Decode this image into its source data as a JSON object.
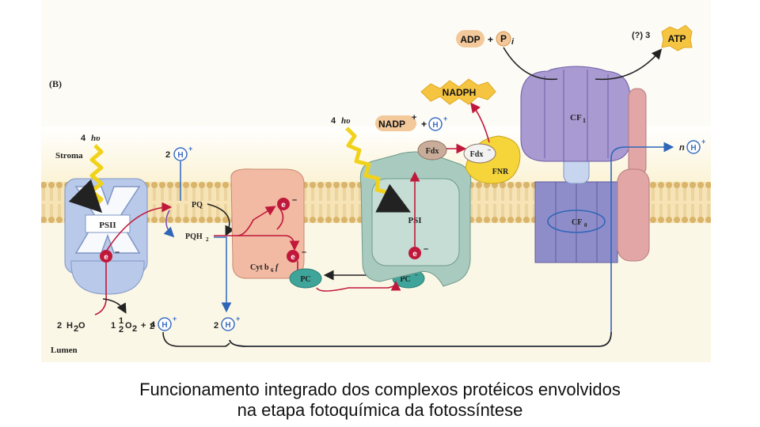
{
  "panel_label": "(B)",
  "regions": {
    "stroma": "Stroma",
    "lumen": "Lumen"
  },
  "photons": {
    "psii_count": "4",
    "psi_count": "4",
    "symbol": "hυ"
  },
  "complexes": {
    "psii": "PSII",
    "pq": "PQ",
    "pqh2": "PQH",
    "pqh2_sub": "2",
    "cytb6f": "Cyt b",
    "cytb6f_sub": "6",
    "cytb6f_tail": "f",
    "psi": "PSI",
    "pc": "PC",
    "pc_reduced": "PC",
    "pc_reduced_sup": "–",
    "fdx": "Fdx",
    "fdx_reduced": "Fdx",
    "fdx_reduced_sup": "–",
    "fnr": "FNR",
    "cf1": "CF",
    "cf1_sub": "1",
    "cf0": "CF",
    "cf0_sub": "0"
  },
  "electron": {
    "symbol": "e",
    "charge": "–"
  },
  "water_split": {
    "h2o_coef": "2",
    "h2o": "H",
    "h2o_sub": "2",
    "h2o_tail": "O",
    "o2_whole": "1",
    "o2_num": "1",
    "o2_den": "2",
    "o2": "O",
    "o2_sub": "2",
    "plus": "+",
    "h_coef_overlay": "4",
    "h_coef_under": "2"
  },
  "protons": {
    "symbol": "H",
    "charge": "+",
    "pq_uptake_coef": "2",
    "lumen_release_coef": "2",
    "atp_synthase_coef": "n"
  },
  "nadp": {
    "reactant": "NADP",
    "reactant_sup": "+",
    "plus": "+",
    "product": "NADPH"
  },
  "atp": {
    "adp": "ADP",
    "plus": "+",
    "pi": "P",
    "pi_sub": "i",
    "ratio": "(?) 3",
    "product": "ATP"
  },
  "caption": {
    "line1": "Funcionamento integrado dos complexos protéicos envolvidos",
    "line2": "na etapa fotoquímica da fotossíntese"
  },
  "colors": {
    "membrane": "#f2d79b",
    "lipid_head": "#d9b46a",
    "psii": "#b9c9ea",
    "cytb6f": "#f2b9a3",
    "psi": "#a9cbbf",
    "pc": "#3fa59a",
    "fnr": "#f5d53a",
    "cf1": "#a99ad2",
    "cf0": "#8f8dc9",
    "stator": "#e2a6a6",
    "electron": "#c0183a",
    "proton": "#3b6fc0",
    "starburst": "#f5c542",
    "adp_pill": "#f3c89a"
  }
}
